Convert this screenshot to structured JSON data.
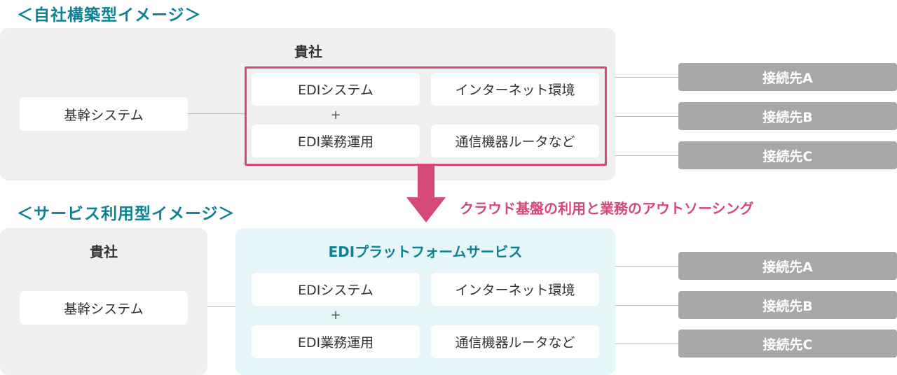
{
  "colors": {
    "accent_teal": "#0e8294",
    "accent_pink": "#d4487a",
    "panel_gray": "#efefef",
    "panel_blue": "#e6f5f8",
    "destination_gray": "#a8a8a8"
  },
  "top": {
    "title": "＜自社構築型イメージ＞",
    "company_label": "貴社",
    "core_system": "基幹システム",
    "edi_system": "EDIシステム",
    "plus": "+",
    "edi_operation": "EDI業務運用",
    "internet": "インターネット環境",
    "devices": "通信機器ルータなど",
    "destinations": [
      "接続先A",
      "接続先B",
      "接続先C"
    ]
  },
  "arrow_caption": "クラウド基盤の利用と業務のアウトソーシング",
  "bottom": {
    "title": "＜サービス利用型イメージ＞",
    "company_label": "貴社",
    "core_system": "基幹システム",
    "service_title": "EDIプラットフォームサービス",
    "edi_system": "EDIシステム",
    "plus": "+",
    "edi_operation": "EDI業務運用",
    "internet": "インターネット環境",
    "devices": "通信機器ルータなど",
    "destinations": [
      "接続先A",
      "接続先B",
      "接続先C"
    ]
  }
}
